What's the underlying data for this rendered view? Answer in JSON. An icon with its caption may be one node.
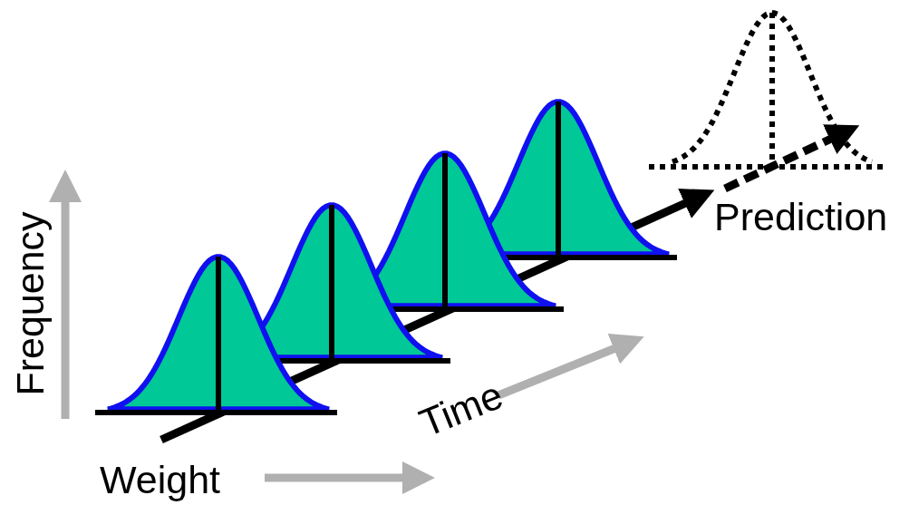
{
  "diagram": {
    "labels": [
      "Prediction",
      "Frequency",
      "Time",
      "Weight"
    ]
  }
}
